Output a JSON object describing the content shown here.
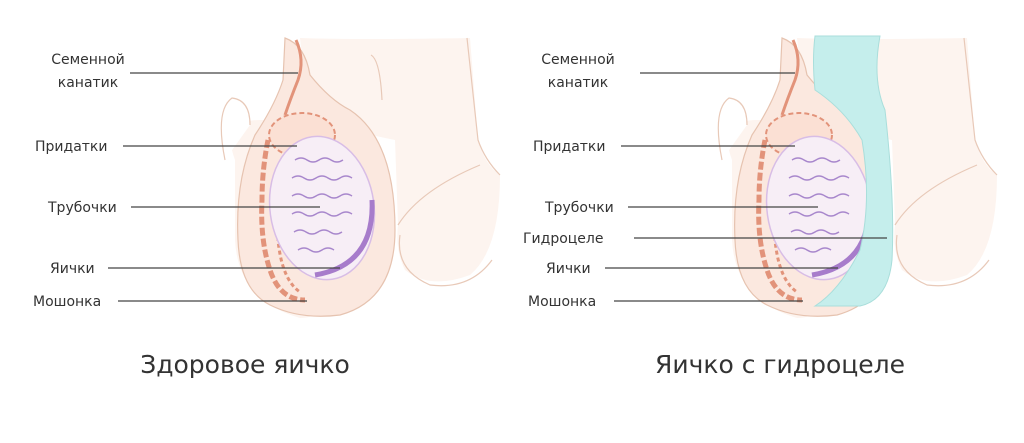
{
  "colors": {
    "skin": "#fbeae2",
    "skin_stroke": "#e6c3b0",
    "epididymis": "#e2937a",
    "testis": "#f7eef6",
    "tubule": "#a887cc",
    "tunica": "#a77ccb",
    "hydrocele": "#c5eeec"
  },
  "healthy": {
    "title": "Здоровое яичко",
    "labels": {
      "cord_line1": "Семенной",
      "cord_line2": "канатик",
      "epididymis": "Придатки",
      "tubules": "Трубочки",
      "testis": "Яички",
      "scrotum": "Мошонка"
    }
  },
  "hydrocele": {
    "title": "Яичко с гидроцеле",
    "labels": {
      "cord_line1": "Семенной",
      "cord_line2": "канатик",
      "epididymis": "Придатки",
      "tubules": "Трубочки",
      "hydrocele": "Гидроцеле",
      "testis": "Яички",
      "scrotum": "Мошонка"
    }
  }
}
